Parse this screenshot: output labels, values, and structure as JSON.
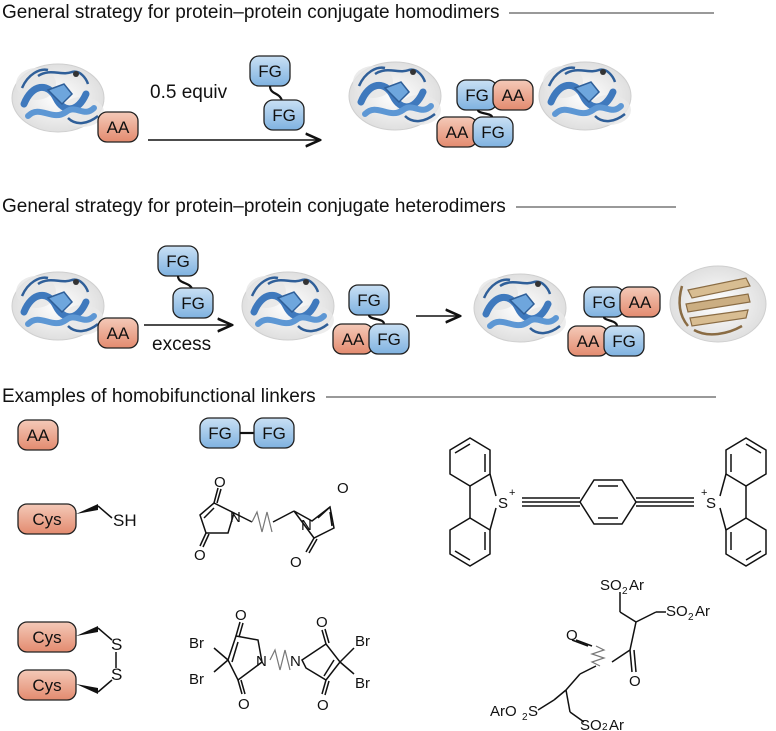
{
  "sections": {
    "homodimers_title": "General strategy for protein–protein conjugate homodimers",
    "heterodimers_title": "General strategy for protein–protein conjugate heterodimers",
    "linkers_title": "Examples of homobifunctional linkers"
  },
  "homodimer": {
    "reagent_label": "0.5 equiv",
    "aa": "AA",
    "fg": "FG"
  },
  "heterodimer": {
    "reagent_label": "excess",
    "aa": "AA",
    "fg": "FG"
  },
  "linkers": {
    "aa_header": "AA",
    "fg_header": "FG",
    "cys": "Cys",
    "sh": "SH",
    "s": "S",
    "o": "O",
    "n": "N",
    "br": "Br",
    "s_plus": "S",
    "plus": "+",
    "so2ar": "SO",
    "sub2": "2",
    "ar": "Ar",
    "aro2s_ar": "ArO",
    "aro2s_s": "S"
  },
  "colors": {
    "aa_fill": "#e9a38c",
    "fg_fill": "#8dbde6",
    "protein_blue": "#4a86c8",
    "protein_tan": "#c9ab7e",
    "rule": "#999999"
  }
}
